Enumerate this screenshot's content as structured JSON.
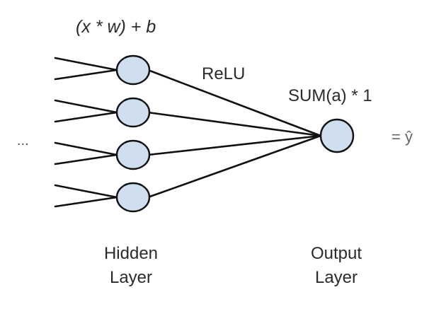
{
  "formula": "(x * w) + b",
  "activation": "ReLU",
  "output_formula": "SUM(a) * 1",
  "ellipsis": "...",
  "output_result": "= ŷ",
  "hidden_layer": {
    "line1": "Hidden",
    "line2": "Layer",
    "neuron_count": 4
  },
  "output_layer": {
    "line1": "Output",
    "line2": "Layer",
    "neuron_count": 1
  },
  "colors": {
    "neuron_fill": "#cfdff0",
    "stroke": "#111111",
    "text": "#2b2b2b"
  }
}
